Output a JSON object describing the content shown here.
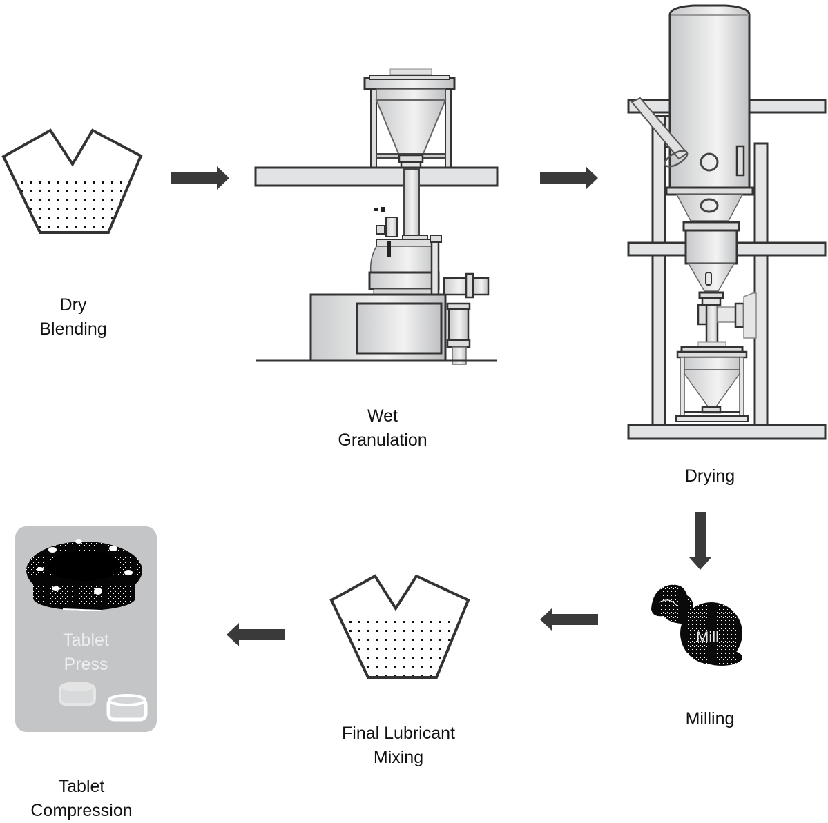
{
  "diagram": {
    "title": "Wet granulation tablet manufacturing process",
    "steps": [
      {
        "id": "dry-blending",
        "label_lines": [
          "Dry",
          "Blending"
        ],
        "icon": "v-blender-icon"
      },
      {
        "id": "wet-granulation",
        "label_lines": [
          "Wet",
          "Granulation"
        ],
        "icon": "high-shear-granulator-icon"
      },
      {
        "id": "drying",
        "label_lines": [
          "Drying"
        ],
        "icon": "fluid-bed-dryer-icon"
      },
      {
        "id": "milling",
        "label_lines": [
          "Milling"
        ],
        "icon": "mill-icon",
        "icon_text": "Mill"
      },
      {
        "id": "final-lubricant-mixing",
        "label_lines": [
          "Final Lubricant",
          "Mixing"
        ],
        "icon": "v-blender-icon"
      },
      {
        "id": "tablet-compression",
        "label_lines": [
          "Tablet",
          "Compression"
        ],
        "icon": "tablet-press-icon",
        "icon_text_lines": [
          "Tablet",
          "Press"
        ]
      }
    ],
    "arrows": [
      {
        "from": "dry-blending",
        "to": "wet-granulation",
        "direction": "right"
      },
      {
        "from": "wet-granulation",
        "to": "drying",
        "direction": "right"
      },
      {
        "from": "drying",
        "to": "milling",
        "direction": "down"
      },
      {
        "from": "milling",
        "to": "final-lubricant-mixing",
        "direction": "left"
      },
      {
        "from": "final-lubricant-mixing",
        "to": "tablet-compression",
        "direction": "left"
      }
    ],
    "colors": {
      "arrow": "#3a3a3a",
      "outline": "#333333",
      "equipment_fill": "#d6d7d9",
      "press_box": "#c4c5c7",
      "press_text": "#eeeeee"
    }
  }
}
